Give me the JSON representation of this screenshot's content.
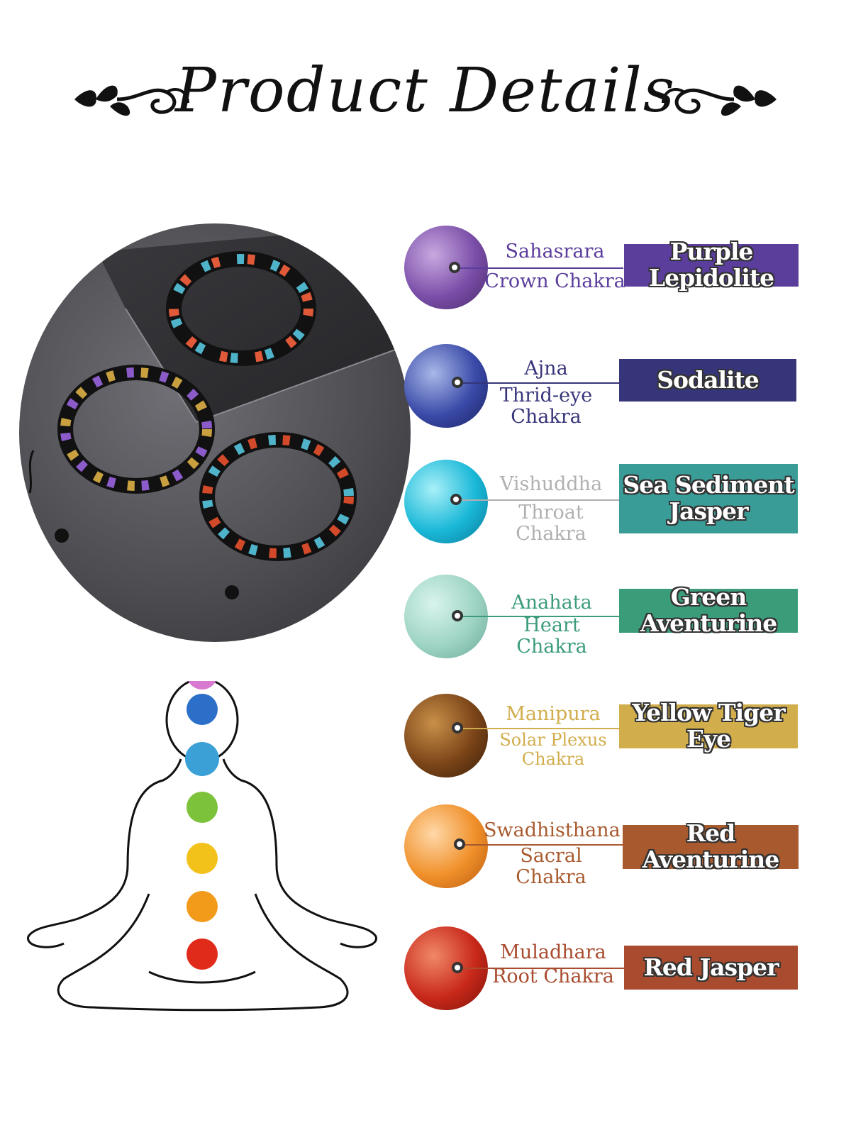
{
  "header": {
    "title": "Product Details"
  },
  "colors": {
    "crown": "#5b3d9c",
    "third_eye": "#37357a",
    "throat": "#3a9c96",
    "heart": "#3b9c7a",
    "solar": "#d2ad4c",
    "sacral": "#a85a2e",
    "root": "#a84b2e"
  },
  "chakras": [
    {
      "sanskrit": "Sahasrara",
      "name": "Crown Chakra",
      "stone": "Purple Lepidolite",
      "color": "#5b3d9c",
      "text_color": "#5b3d9c",
      "stone_icon": "purple-lepidolite-bead"
    },
    {
      "sanskrit": "Ajna",
      "name": "Thrid-eye Chakra",
      "stone": "Sodalite",
      "color": "#37357a",
      "text_color": "#37357a",
      "stone_icon": "sodalite-bead"
    },
    {
      "sanskrit": "Vishuddha",
      "name": "Throat Chakra",
      "stone": "Sea Sediment Jasper",
      "color": "#3a9c96",
      "text_color": "#b0b0b0",
      "stone_icon": "sea-sediment-jasper-bead"
    },
    {
      "sanskrit": "Anahata",
      "name": "Heart Chakra",
      "stone": "Green Aventurine",
      "color": "#3b9c7a",
      "text_color": "#3b9c7a",
      "stone_icon": "green-aventurine-bead"
    },
    {
      "sanskrit": "Manipura",
      "name": "Solar Plexus Chakra",
      "stone": "Yellow Tiger Eye",
      "color": "#d2ad4c",
      "text_color": "#d2ad4c",
      "stone_icon": "tiger-eye-bead"
    },
    {
      "sanskrit": "Swadhisthana",
      "name": "Sacral Chakra",
      "stone": "Red Aventurine",
      "color": "#a85a2e",
      "text_color": "#a85a2e",
      "stone_icon": "red-aventurine-bead"
    },
    {
      "sanskrit": "Muladhara",
      "name": "Root Chakra",
      "stone": "Red Jasper",
      "color": "#a84b2e",
      "text_color": "#a84b2e",
      "stone_icon": "red-jasper-bead"
    }
  ]
}
